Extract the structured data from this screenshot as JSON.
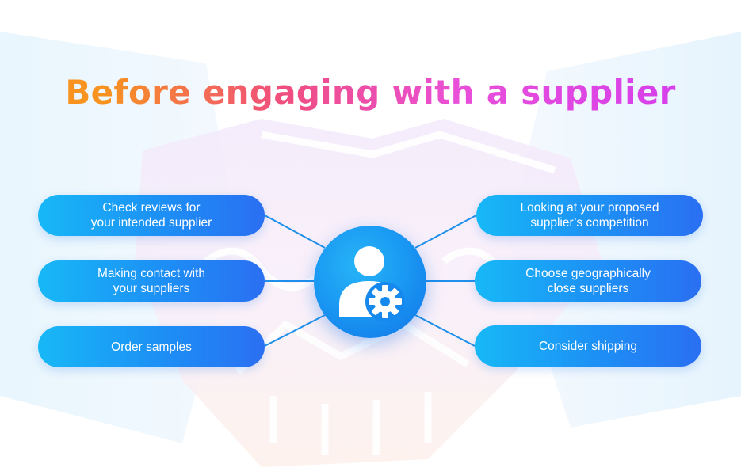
{
  "title": "Before engaging with a supplier",
  "hub": {
    "icon": "user-gear-icon"
  },
  "left_items": [
    {
      "label": "Check reviews for\nyour intended supplier"
    },
    {
      "label": "Making contact with\nyour suppliers"
    },
    {
      "label": "Order samples"
    }
  ],
  "right_items": [
    {
      "label": "Looking at your proposed\nsupplier’s competition"
    },
    {
      "label": "Choose geographically\nclose suppliers"
    },
    {
      "label": "Consider shipping"
    }
  ],
  "colors": {
    "pill_start": "#17b8f6",
    "pill_end": "#2a6ff2",
    "connector": "#1e8fea",
    "title_orange": "#f7931e",
    "title_pink": "#f04e7e",
    "title_magenta": "#d13bf0"
  }
}
